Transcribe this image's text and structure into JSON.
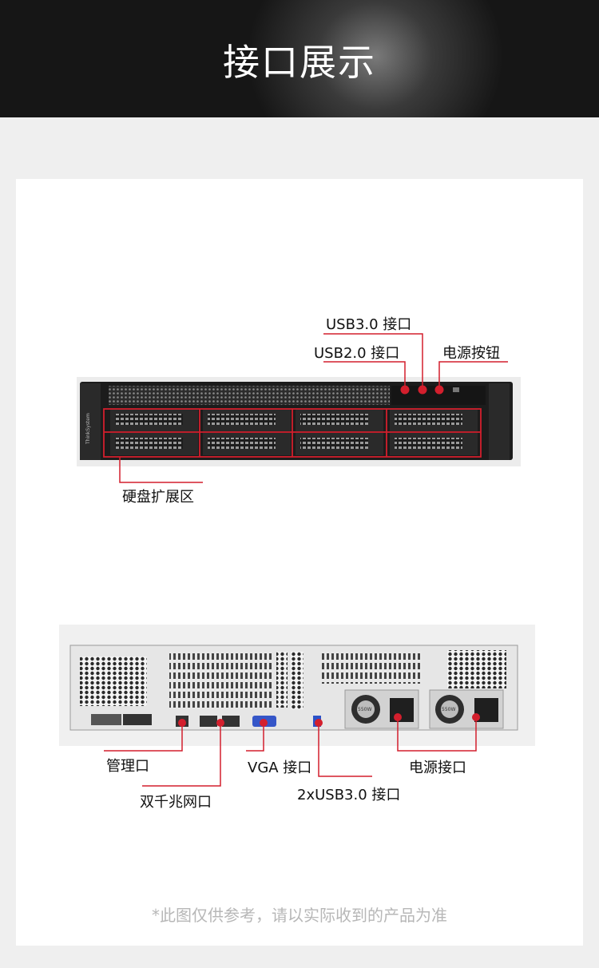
{
  "header": {
    "title": "接口展示"
  },
  "front_panel": {
    "labels": {
      "usb30": "USB3.0 接口",
      "usb20": "USB2.0 接口",
      "power_button": "电源按钮",
      "drive_bays": "硬盘扩展区"
    },
    "brand": "ThinkSystem"
  },
  "rear_panel": {
    "labels": {
      "management": "管理口",
      "dual_gigabit": "双千兆网口",
      "vga": "VGA 接口",
      "usb30x2": "2xUSB3.0 接口",
      "power_port": "电源接口"
    },
    "psu_badge": "550W"
  },
  "footer": {
    "note": "*此图仅供参考，请以实际收到的产品为准"
  },
  "colors": {
    "accent": "#d31f2d",
    "banner_dark": "#161616",
    "card_bg": "#ffffff",
    "page_bg": "#efefef"
  }
}
